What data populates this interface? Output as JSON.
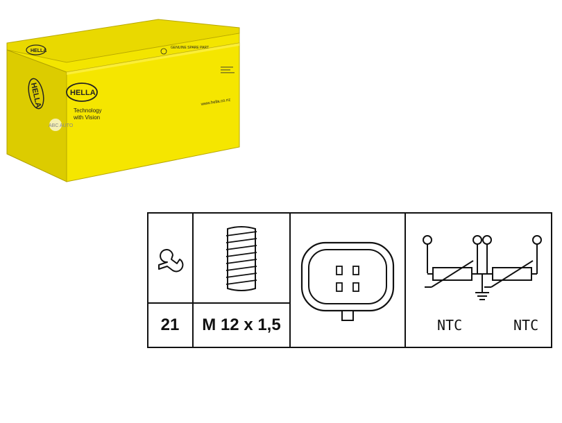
{
  "box": {
    "brand_logo": "HELLA",
    "tagline_1": "Technology",
    "tagline_2": "with Vision",
    "genuine_label": "GENUINE SPARE PART",
    "website": "www.hella.co.nz",
    "watermark": "ABC AUTO",
    "color": "#f2e200",
    "color_dark": "#cfc000"
  },
  "specs": {
    "wrench_size": "21",
    "thread": "M 12 x 1,5",
    "sensor_1_label": "NTC",
    "sensor_2_label": "NTC"
  },
  "icons": {
    "wrench": "wrench-icon",
    "thread": "threaded-bolt-icon",
    "connector": "four-pin-connector-icon",
    "circuit": "dual-ntc-circuit-icon"
  }
}
